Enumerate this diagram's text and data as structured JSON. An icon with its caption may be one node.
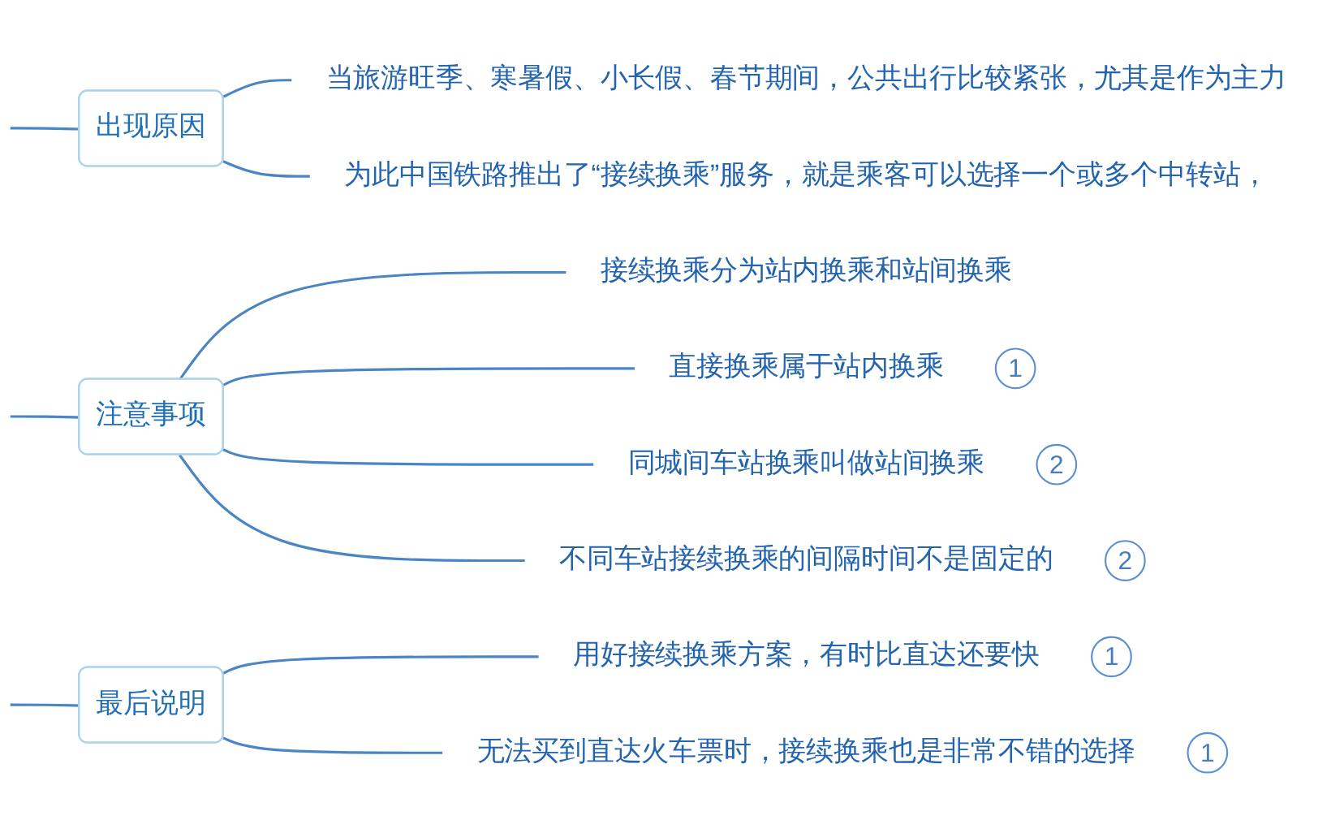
{
  "diagram": {
    "nodes": [
      {
        "text": [
          "出现原因"
        ]
      },
      {
        "text": [
          "当旅游旺季、寒暑假、小长假、春节期间，公共出行比较紧张，尤其是作为主力"
        ]
      },
      {
        "text": [
          "为此中国铁路推出了“接续换乘”服务，就是乘客可以选择一个或多个中转站，"
        ]
      },
      {
        "text": [
          "注意事项"
        ]
      },
      {
        "text": [
          "接续换乘分为站内换乘和站间换乘"
        ]
      },
      {
        "text": [
          "直接换乘属于站内换乘"
        ],
        "beside": [
          "1"
        ]
      },
      {
        "text": [
          "同城间车站换乘叫做站间换乘"
        ],
        "beside": [
          "2"
        ]
      },
      {
        "text": [
          "不同车站接续换乘的间隔时间不是固定的"
        ],
        "beside": [
          "2"
        ]
      },
      {
        "text": [
          "最后说明"
        ]
      },
      {
        "text": [
          "用好接续换乘方案，有时比直达还要快"
        ],
        "beside": [
          "1"
        ]
      },
      {
        "text": [
          "无法买到直达火车票时，接续换乘也是非常不错的选择"
        ],
        "beside": [
          "1"
        ]
      }
    ],
    "edges": [
      {
        "from": null,
        "to": 0,
        "arrow": "none"
      },
      {
        "from": 0,
        "to": 1,
        "arrow": "none"
      },
      {
        "from": 0,
        "to": 2,
        "arrow": "none"
      },
      {
        "from": null,
        "to": 3,
        "arrow": "none"
      },
      {
        "from": 3,
        "to": 4,
        "arrow": "none"
      },
      {
        "from": 3,
        "to": 5,
        "arrow": "none"
      },
      {
        "from": 3,
        "to": 6,
        "arrow": "none"
      },
      {
        "from": 3,
        "to": 7,
        "arrow": "none"
      },
      {
        "from": null,
        "to": 8,
        "arrow": "none"
      },
      {
        "from": 8,
        "to": 9,
        "arrow": "none"
      },
      {
        "from": 8,
        "to": 10,
        "arrow": "none"
      }
    ]
  }
}
